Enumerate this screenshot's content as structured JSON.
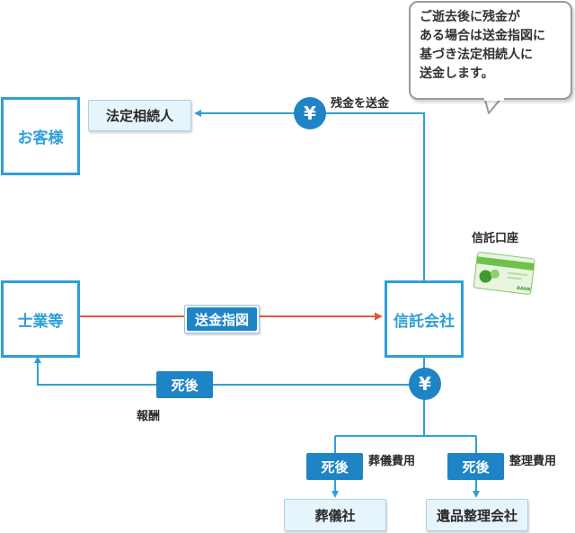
{
  "nodes": {
    "customer": "お客様",
    "heir": "法定相続人",
    "professional": "士業等",
    "trust_company": "信託会社",
    "funeral_company": "葬儀社",
    "estate_organizer": "遺品整理会社"
  },
  "badges": {
    "remittance_instruction": "送金指図",
    "after_death_reward": "死後",
    "after_death_funeral": "死後",
    "after_death_organizing": "死後"
  },
  "labels": {
    "send_remainder": "残金を送金",
    "trust_account": "信託口座",
    "reward": "報酬",
    "funeral_cost": "葬儀費用",
    "organizing_cost": "整理費用"
  },
  "yen_symbol": "¥",
  "bank_card_text": "BANK",
  "bubble_lines": [
    "ご逝去後に残金が",
    "ある場合は送金指図に",
    "基づき法定相続人に",
    "送金します。"
  ],
  "colors": {
    "accent_blue": "#2f9fd8",
    "dark_blue": "#1f84c6",
    "instruction_arrow": "#e35a2f",
    "card_green": "#6cc24a"
  }
}
